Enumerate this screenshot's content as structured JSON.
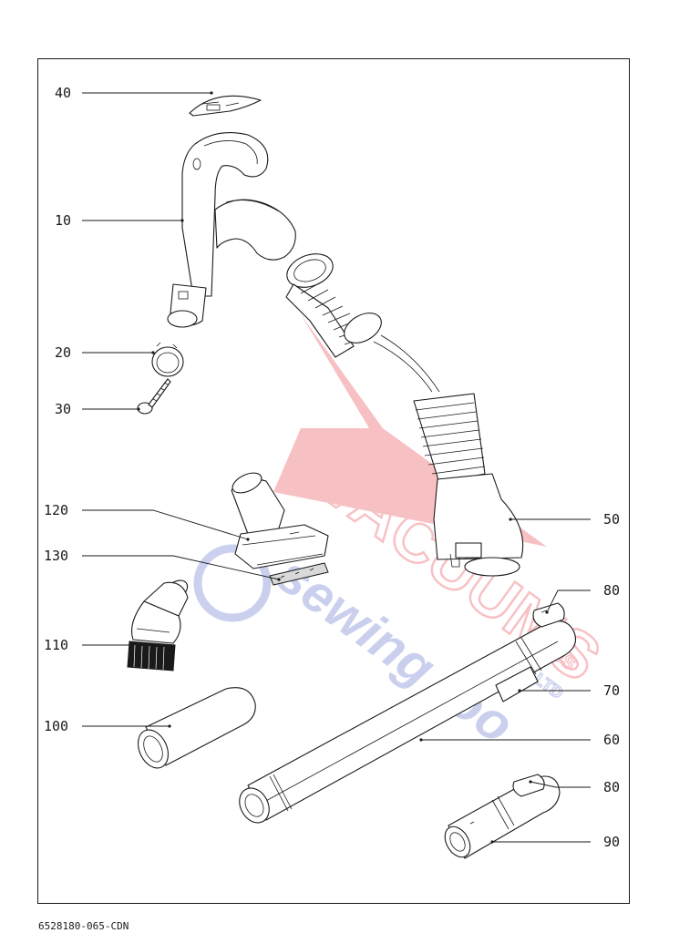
{
  "document": {
    "number": "6528180-065-CDN"
  },
  "watermark": {
    "text_lines": [
      "VACUUMS",
      "sewing too",
      "PLUS",
      "LTD"
    ],
    "color_red": "#e8404a",
    "color_blue": "#5a6cc8"
  },
  "parts": [
    {
      "id": "40",
      "label": "40"
    },
    {
      "id": "10",
      "label": "10"
    },
    {
      "id": "20",
      "label": "20"
    },
    {
      "id": "30",
      "label": "30"
    },
    {
      "id": "120",
      "label": "120"
    },
    {
      "id": "130",
      "label": "130"
    },
    {
      "id": "110",
      "label": "110"
    },
    {
      "id": "100",
      "label": "100"
    },
    {
      "id": "50",
      "label": "50"
    },
    {
      "id": "80a",
      "label": "80"
    },
    {
      "id": "70",
      "label": "70"
    },
    {
      "id": "60",
      "label": "60"
    },
    {
      "id": "80b",
      "label": "80"
    },
    {
      "id": "90",
      "label": "90"
    }
  ]
}
